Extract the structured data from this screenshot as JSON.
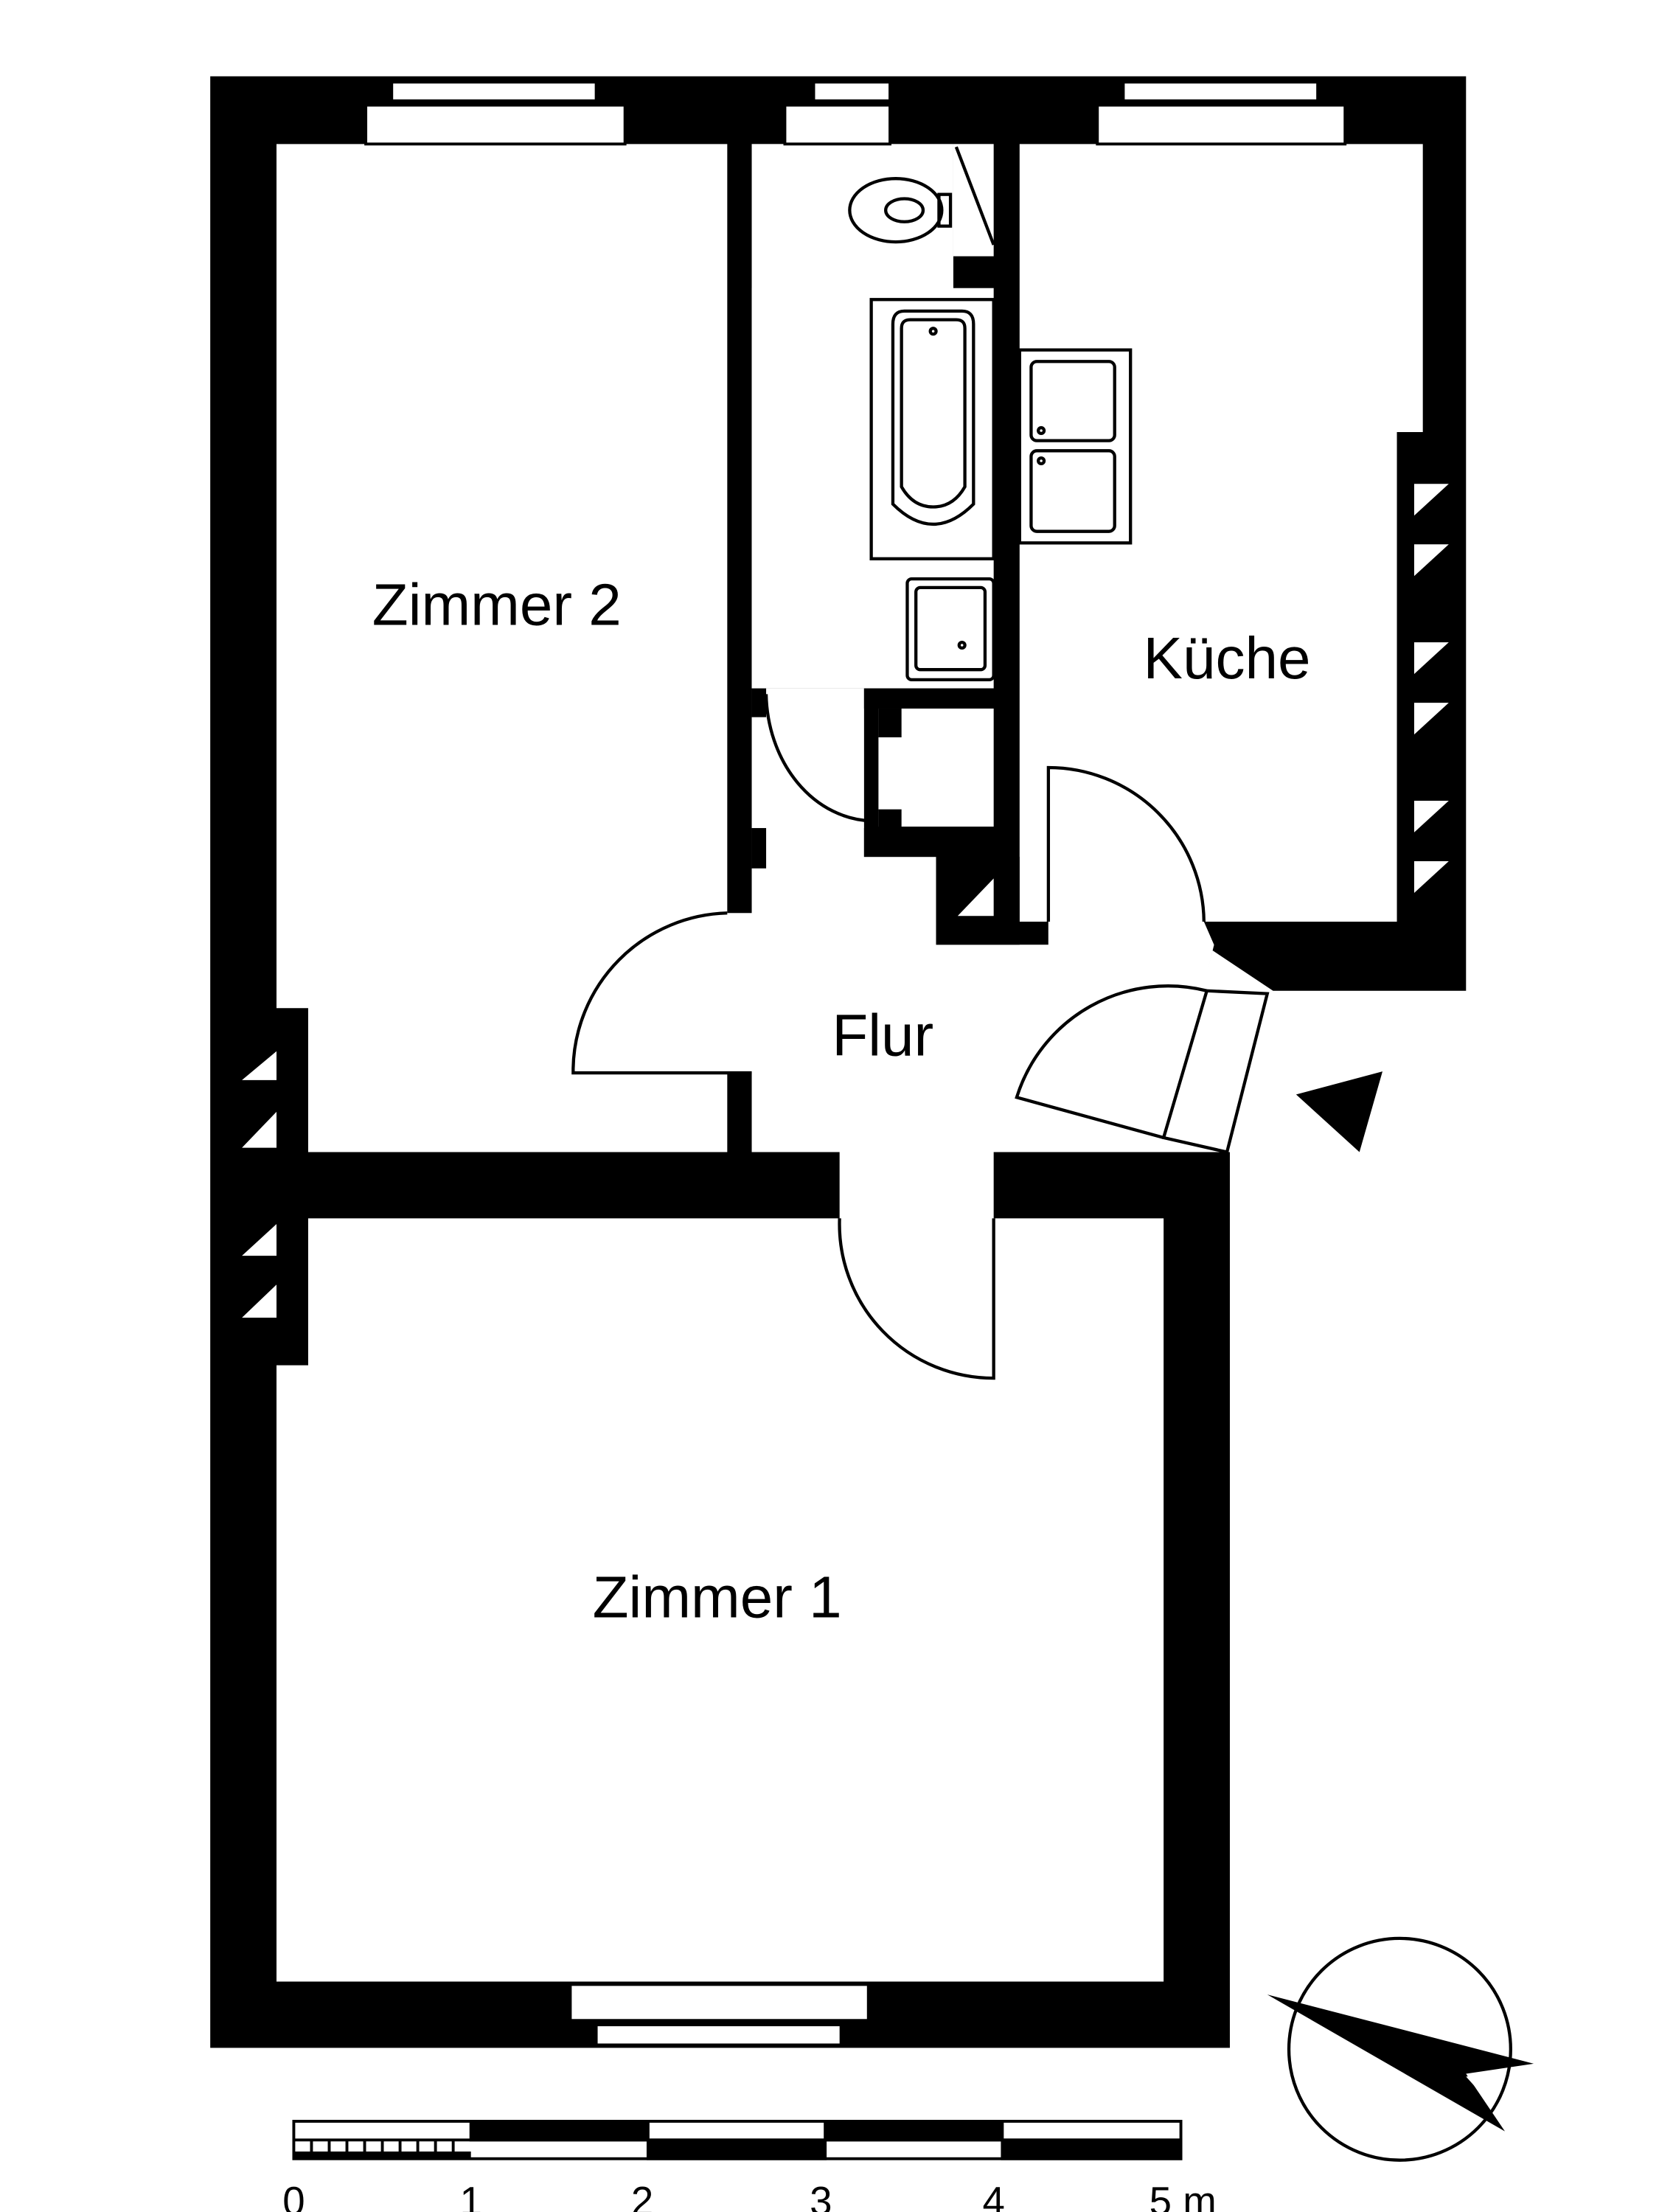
{
  "rooms": {
    "zimmer2": "Zimmer 2",
    "kueche": "Küche",
    "flur": "Flur",
    "zimmer1": "Zimmer 1"
  },
  "scale_bar": {
    "labels": [
      "0",
      "1",
      "2",
      "3",
      "4",
      "5 m"
    ]
  },
  "colors": {
    "wall": "#000000",
    "floor": "#ffffff"
  }
}
